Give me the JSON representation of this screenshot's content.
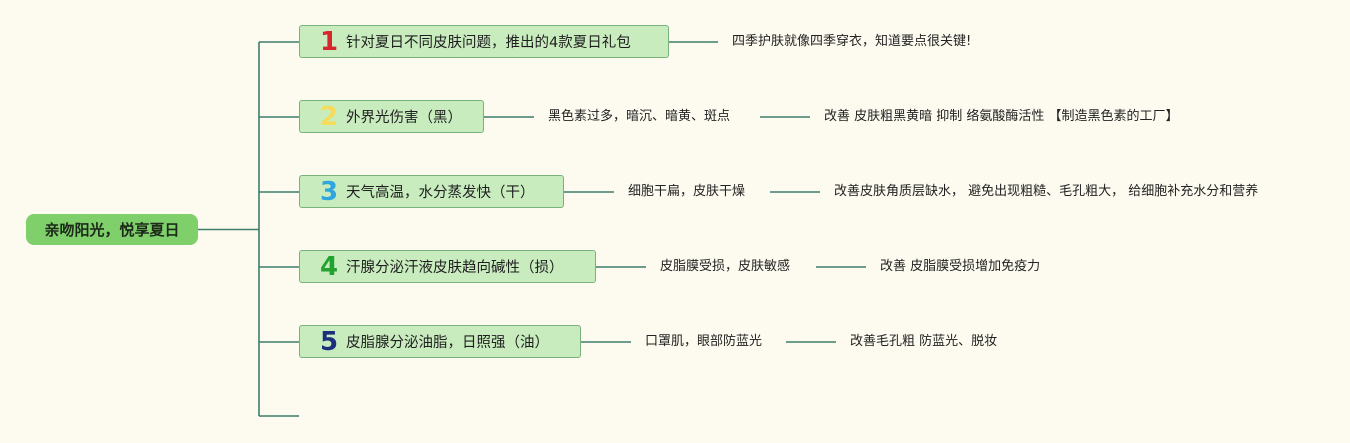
{
  "root": {
    "label": "亲吻阳光，悦享夏日"
  },
  "colors": {
    "background": "#fdfbef",
    "line": "#3f7d6c",
    "root_fill": "#7fcf6a",
    "topic_fill": "#c9ecbf",
    "num1": "#d9262e",
    "num2": "#f5dc5a",
    "num3": "#2fa6de",
    "num4": "#22a22f",
    "num5": "#1b2f7a"
  },
  "topics": [
    {
      "num": "1",
      "label": "针对夏日不同皮肤问题，推出的4款夏日礼包",
      "detail": "四季护肤就像四季穿衣，知道要点很关键!",
      "solution": ""
    },
    {
      "num": "2",
      "label": "外界光伤害（黑）",
      "detail": "黑色素过多，暗沉、暗黄、斑点",
      "solution": "改善 皮肤粗黑黄暗 抑制 络氨酸酶活性 【制造黑色素的工厂】"
    },
    {
      "num": "3",
      "label": "天气高温，水分蒸发快（干）",
      "detail": "细胞干扁，皮肤干燥",
      "solution": "改善皮肤角质层缺水， 避免出现粗糙、毛孔粗大， 给细胞补充水分和营养"
    },
    {
      "num": "4",
      "label": "汗腺分泌汗液皮肤趋向碱性（损）",
      "detail": "皮脂膜受损，皮肤敏感",
      "solution": "改善 皮脂膜受损增加免疫力"
    },
    {
      "num": "5",
      "label": "皮脂腺分泌油脂，日照强（油）",
      "detail": "口罩肌，眼部防蓝光",
      "solution": "改善毛孔粗 防蓝光、脱妆"
    }
  ]
}
